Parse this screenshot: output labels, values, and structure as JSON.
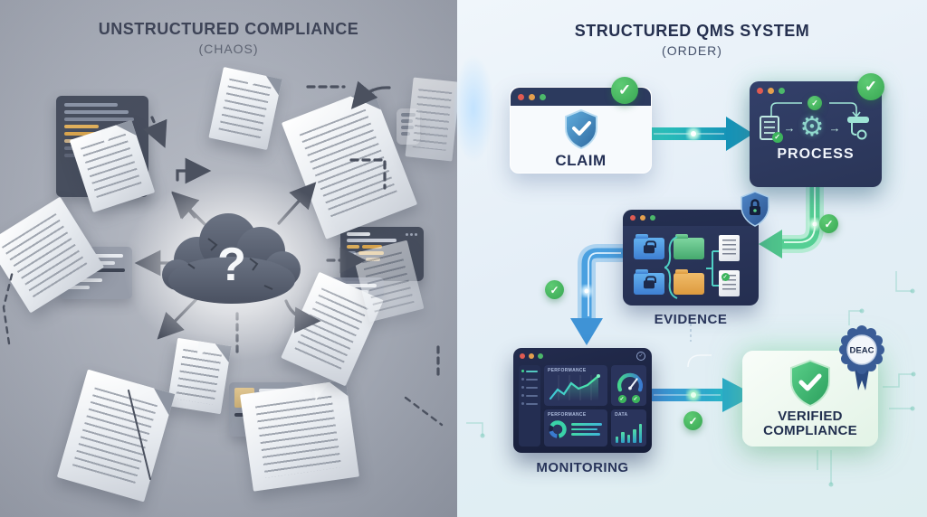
{
  "left": {
    "title": "UNSTRUCTURED COMPLIANCE",
    "subtitle": "(CHAOS)",
    "cloud_symbol": "?"
  },
  "right": {
    "title": "STRUCTURED QMS SYSTEM",
    "subtitle": "(ORDER)",
    "flow": {
      "claim_label": "CLAIM",
      "process_label": "PROCESS",
      "evidence_label": "EVIDENCE",
      "monitoring_label": "MONITORING",
      "verified_line1": "VERIFIED",
      "verified_line2": "COMPLIANCE",
      "badge_label": "DEAC"
    },
    "monitoring": {
      "panel1_label": "PERFORMANCE",
      "panel3_label": "PERFORMANCE",
      "panel4_label": "DATA"
    }
  },
  "icons": {
    "check": "✓",
    "arrow_right": "→",
    "gear": "⚙"
  },
  "colors": {
    "navy_window": "#2c3a5e",
    "accent_teal": "#1fb6b0",
    "accent_blue": "#3f8fd6",
    "accent_green": "#46b95f",
    "verified_green": "#3cb96e",
    "left_bg": "#a6abb6",
    "right_bg": "#e4eef7",
    "highlight_orange": "#ddא"
  }
}
